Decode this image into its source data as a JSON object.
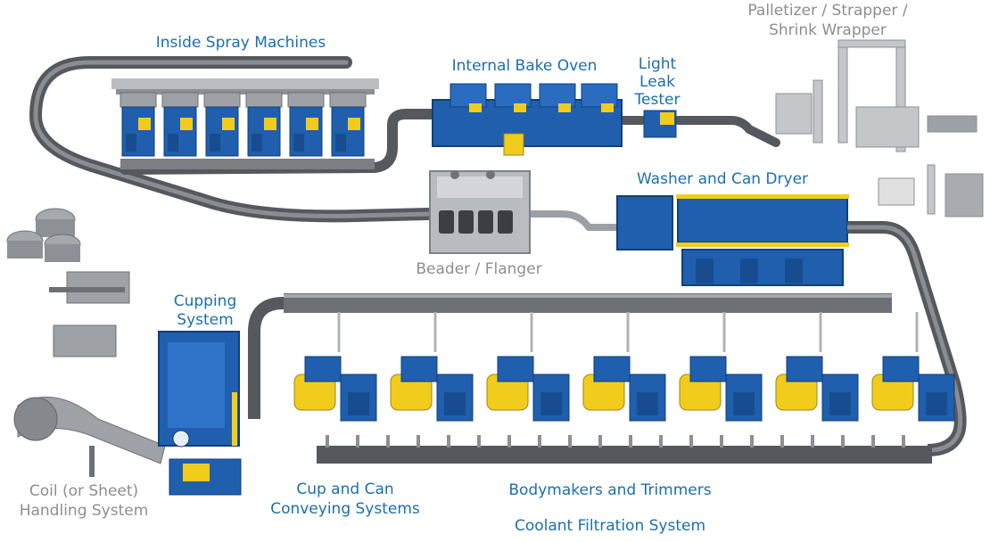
{
  "colors": {
    "label_blue": "#1b6fae",
    "label_gray": "#8e8e8e",
    "machine_blue": "#1f5fae",
    "machine_yellow": "#f2cc1c",
    "conveyor_gray": "#6f7174",
    "structure_gray": "#c9c9c9"
  },
  "labels": {
    "inside_spray": "Inside Spray Machines",
    "bake_oven": "Internal Bake Oven",
    "light_leak_1": "Light",
    "light_leak_2": "Leak",
    "light_leak_3": "Tester",
    "palletizer_1": "Palletizer / Strapper /",
    "palletizer_2": "Shrink Wrapper",
    "washer": "Washer and Can Dryer",
    "beader": "Beader / Flanger",
    "cupping_1": "Cupping",
    "cupping_2": "System",
    "coil_1": "Coil (or Sheet)",
    "coil_2": "Handling System",
    "cup_conv_1": "Cup and Can",
    "cup_conv_2": "Conveying Systems",
    "bodymakers": "Bodymakers and Trimmers",
    "coolant": "Coolant Filtration System"
  }
}
